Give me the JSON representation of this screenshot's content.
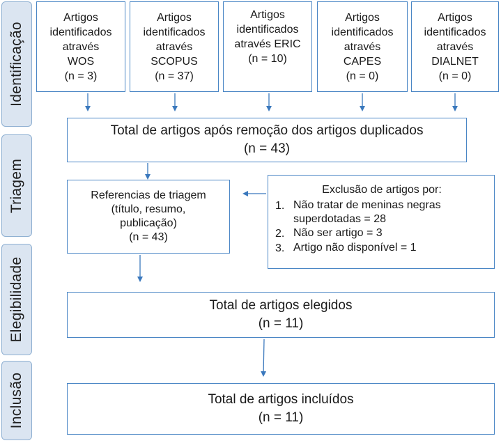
{
  "stages": [
    {
      "id": "identificacao",
      "label": "Identificação"
    },
    {
      "id": "triagem",
      "label": "Triagem"
    },
    {
      "id": "elegibilidade",
      "label": "Elegibilidade"
    },
    {
      "id": "inclusao",
      "label": "Inclusão"
    }
  ],
  "sources": [
    {
      "lines": [
        "Artigos",
        "identificados",
        "através",
        "WOS",
        "(n = 3)"
      ]
    },
    {
      "lines": [
        "Artigos",
        "identificados",
        "através",
        "SCOPUS",
        "(n = 37)"
      ]
    },
    {
      "lines": [
        "Artigos",
        "identificados",
        "através ERIC",
        "(n = 10)"
      ]
    },
    {
      "lines": [
        "Artigos",
        "identificados",
        "através",
        "CAPES",
        "(n = 0)"
      ]
    },
    {
      "lines": [
        "Artigos",
        "identificados",
        "através",
        "DIALNET",
        "(n = 0)"
      ]
    }
  ],
  "deduplicated": {
    "text": "Total de artigos após remoção dos artigos duplicados",
    "count": "(n = 43)"
  },
  "screening": {
    "lines": [
      "Referencias de triagem",
      "(título, resumo,",
      "publicação)",
      "(n = 43)"
    ]
  },
  "exclusion": {
    "title": "Exclusão de artigos por:",
    "items": [
      {
        "num": "1.",
        "lines": [
          "Não tratar de meninas negras",
          "superdotadas = 28"
        ]
      },
      {
        "num": "2.",
        "lines": [
          "Não ser artigo = 3"
        ]
      },
      {
        "num": "3.",
        "lines": [
          "Artigo não disponível = 1"
        ]
      }
    ]
  },
  "eligible": {
    "text": "Total de artigos elegidos",
    "count": "(n = 11)"
  },
  "included": {
    "text": "Total de artigos incluídos",
    "count": "(n = 11)"
  },
  "colors": {
    "box_border": "#4a86c5",
    "arrow": "#3a78bd",
    "stage_fill": "#dbe5f1",
    "stage_border": "#8fb0d2"
  }
}
